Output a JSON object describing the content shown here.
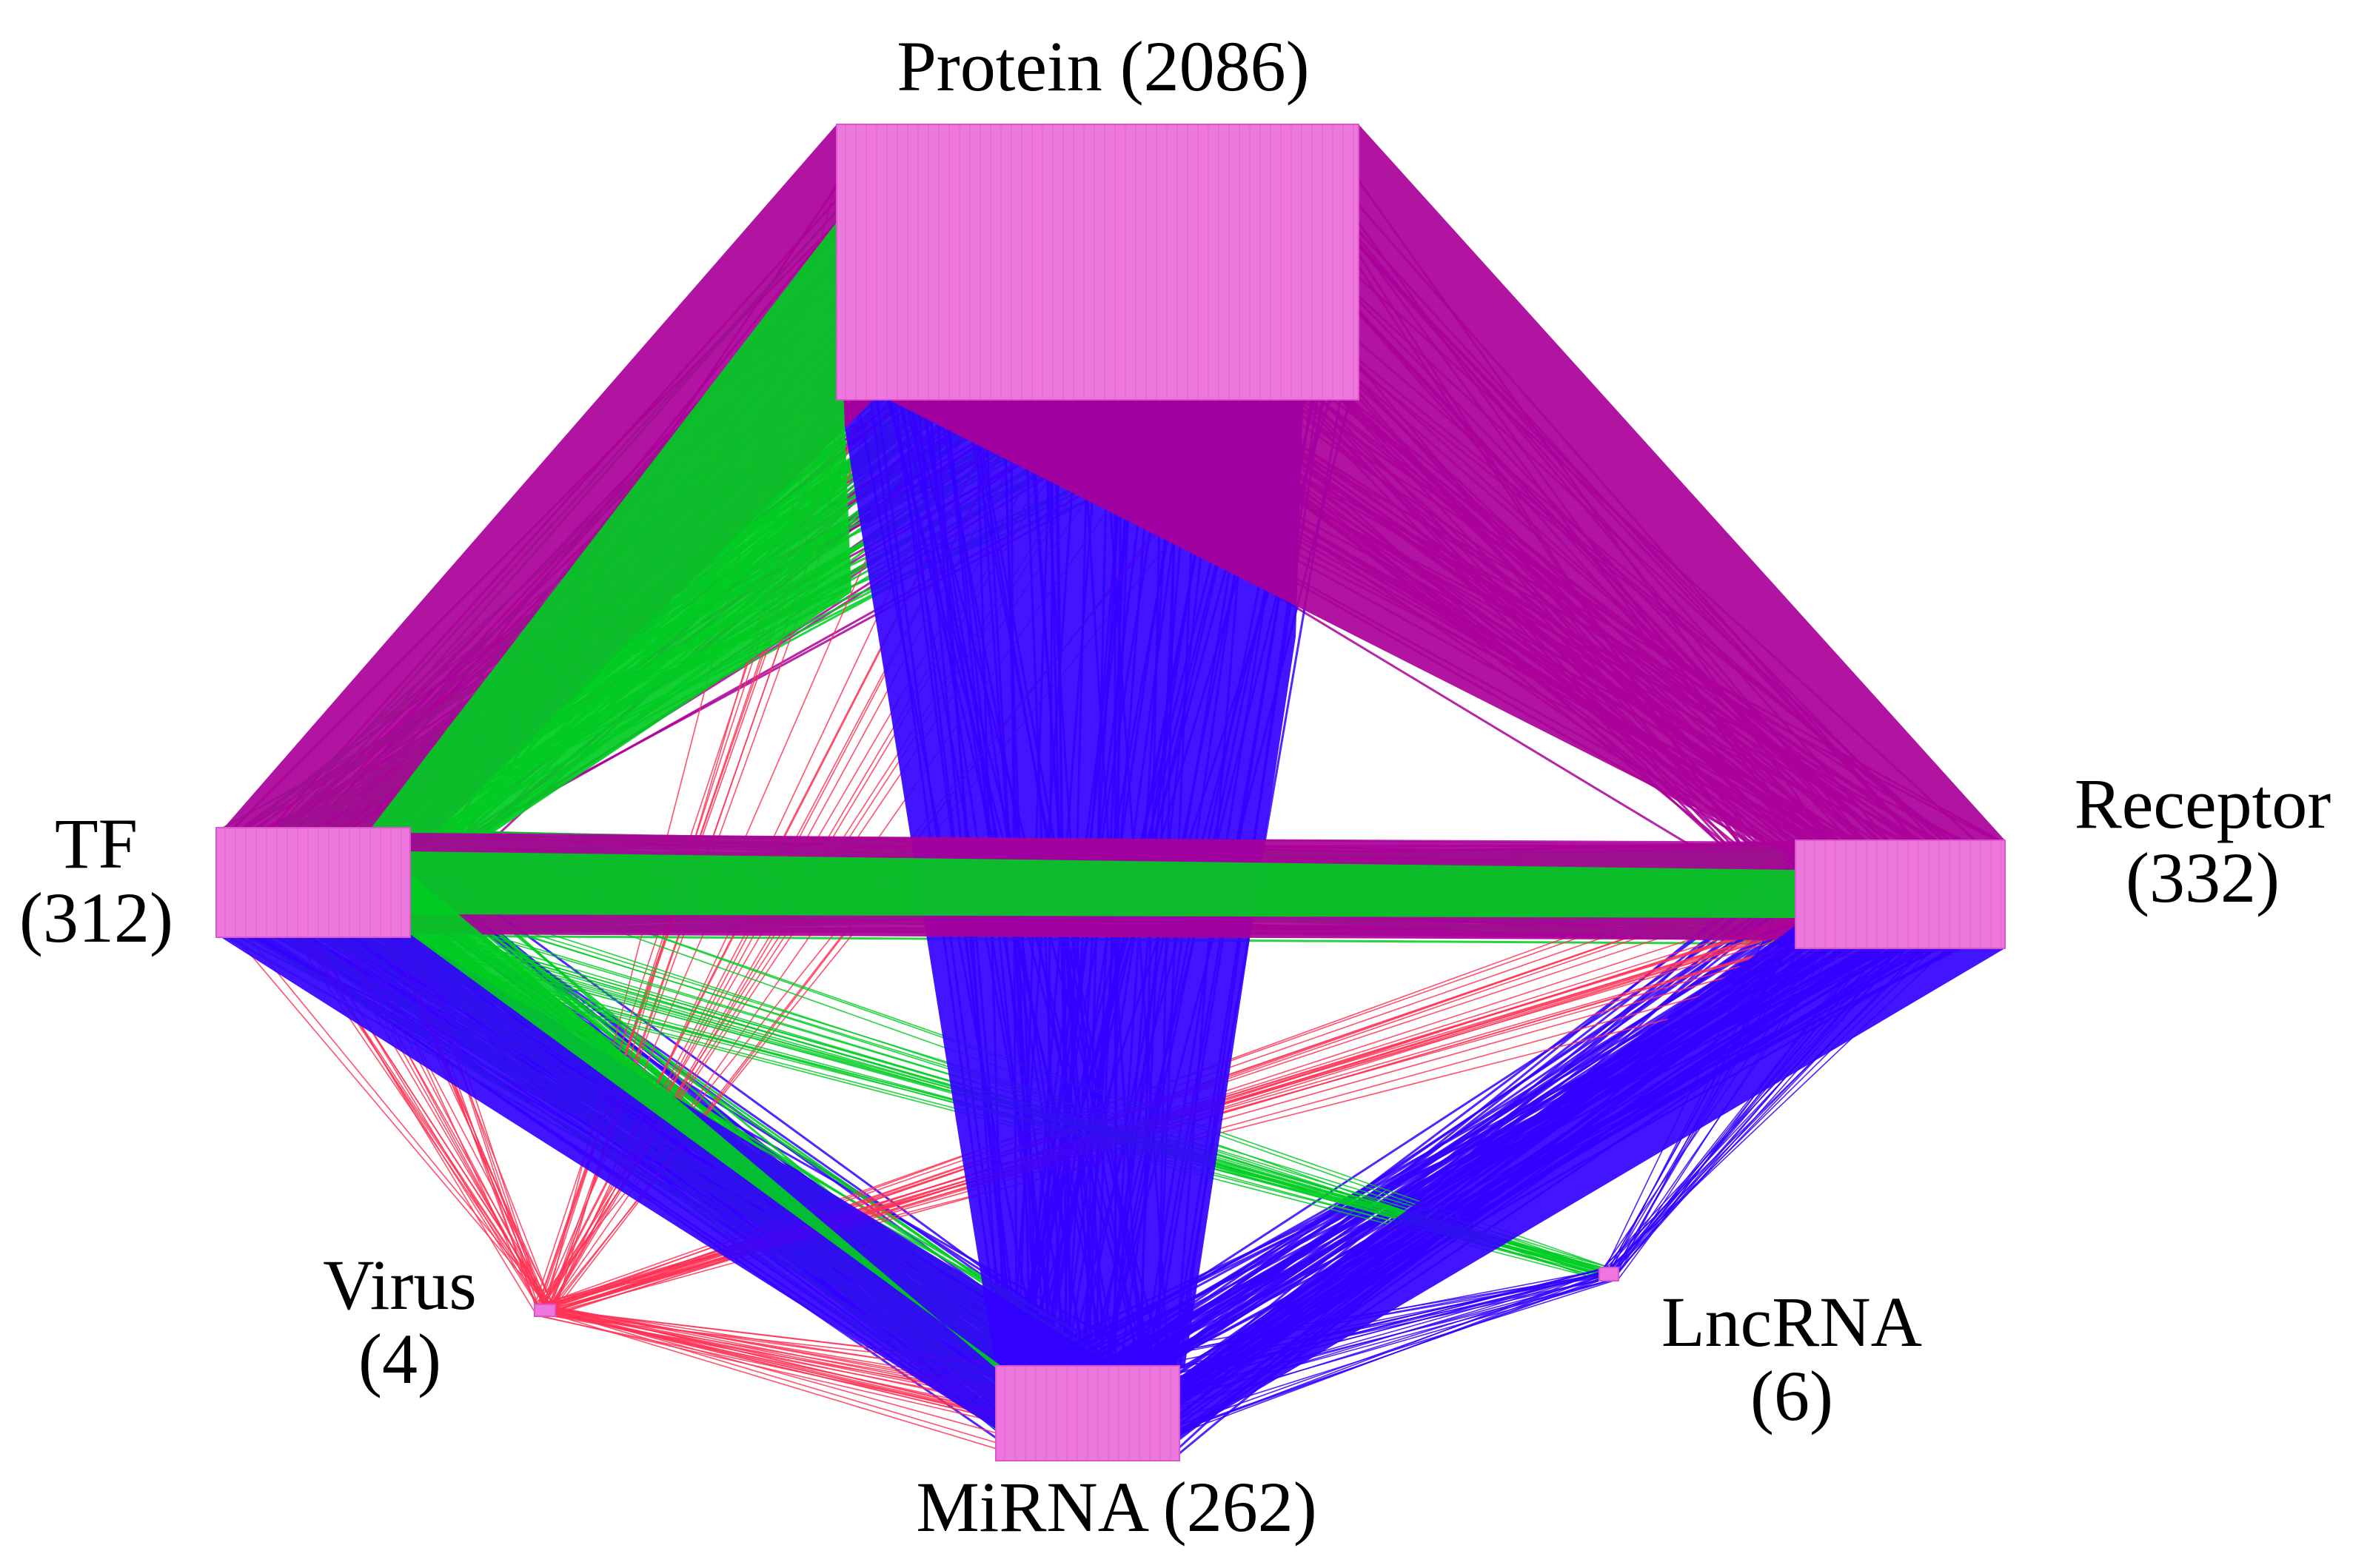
{
  "nodes": [
    {
      "id": "protein",
      "name": "Protein",
      "count": "(2086)",
      "label_lines": [
        "Protein (2086)"
      ]
    },
    {
      "id": "tf",
      "name": "TF",
      "count": "(312)",
      "label_lines": [
        "TF",
        "(312)"
      ]
    },
    {
      "id": "receptor",
      "name": "Receptor",
      "count": "(332)",
      "label_lines": [
        "Receptor",
        "(332)"
      ]
    },
    {
      "id": "virus",
      "name": "Virus",
      "count": "(4)",
      "label_lines": [
        "Virus",
        "(4)"
      ]
    },
    {
      "id": "lncrna",
      "name": "LncRNA",
      "count": "(6)",
      "label_lines": [
        "LncRNA",
        "(6)"
      ]
    },
    {
      "id": "mirna",
      "name": "MiRNA",
      "count": "(262)",
      "label_lines": [
        "MiRNA (262)"
      ]
    }
  ],
  "edge_colors": {
    "protein_protein": "#aa0099",
    "tf_regulation": "#00cc22",
    "mirna_target": "#3300ff",
    "virus_interaction": "#ff3355",
    "node_fill": "#ee77dd"
  },
  "edge_groups": [
    {
      "from": "protein",
      "to": "tf",
      "color": "protein_protein"
    },
    {
      "from": "protein",
      "to": "tf",
      "color": "tf_regulation"
    },
    {
      "from": "protein",
      "to": "receptor",
      "color": "protein_protein"
    },
    {
      "from": "protein",
      "to": "mirna",
      "color": "mirna_target"
    },
    {
      "from": "tf",
      "to": "receptor",
      "color": "protein_protein"
    },
    {
      "from": "tf",
      "to": "receptor",
      "color": "tf_regulation"
    },
    {
      "from": "tf",
      "to": "mirna",
      "color": "mirna_target"
    },
    {
      "from": "tf",
      "to": "mirna",
      "color": "tf_regulation"
    },
    {
      "from": "receptor",
      "to": "mirna",
      "color": "mirna_target"
    },
    {
      "from": "virus",
      "to": "protein",
      "color": "virus_interaction"
    },
    {
      "from": "virus",
      "to": "tf",
      "color": "virus_interaction"
    },
    {
      "from": "virus",
      "to": "mirna",
      "color": "virus_interaction"
    },
    {
      "from": "virus",
      "to": "receptor",
      "color": "virus_interaction"
    },
    {
      "from": "lncrna",
      "to": "tf",
      "color": "tf_regulation"
    },
    {
      "from": "lncrna",
      "to": "receptor",
      "color": "mirna_target"
    },
    {
      "from": "lncrna",
      "to": "mirna",
      "color": "mirna_target"
    }
  ]
}
